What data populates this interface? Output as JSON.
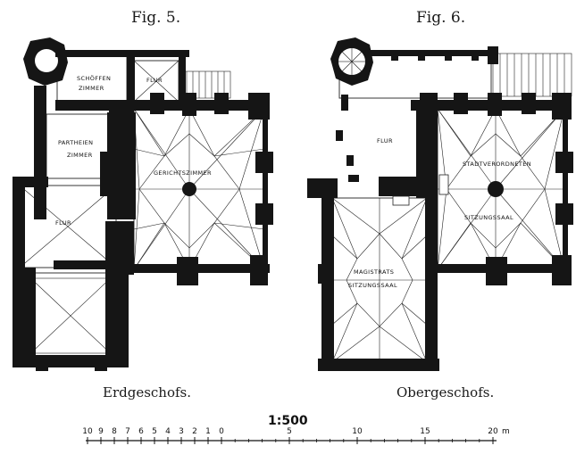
{
  "figures": [
    {
      "title": "Fig. 5.",
      "caption": "Erdgeschofs.",
      "rooms": {
        "schoeffen": "SCHÖFFEN",
        "zimmer_top": "ZIMMER",
        "flur_top": "FLUR",
        "parteien": "PARTHEIEN",
        "parteien_zimmer": "ZIMMER",
        "gericht": "GERICHTSZIMMER",
        "flur_left": "FLUR"
      }
    },
    {
      "title": "Fig. 6.",
      "caption": "Obergeschofs.",
      "rooms": {
        "flur": "FLUR",
        "stadtverordneten": "STADTVERORDNETEN",
        "sitzungssaal": "SITZUNGSSAAL",
        "magistrats": "MAGISTRATS",
        "magistrats_saal": "SITZUNGSSAAL"
      }
    }
  ],
  "scale": {
    "title": "1:500",
    "left_labels": [
      "10",
      "9",
      "8",
      "7",
      "6",
      "5",
      "4",
      "3",
      "2",
      "1",
      "0"
    ],
    "right_labels": [
      "5",
      "10",
      "15",
      "20"
    ],
    "unit": "m"
  }
}
